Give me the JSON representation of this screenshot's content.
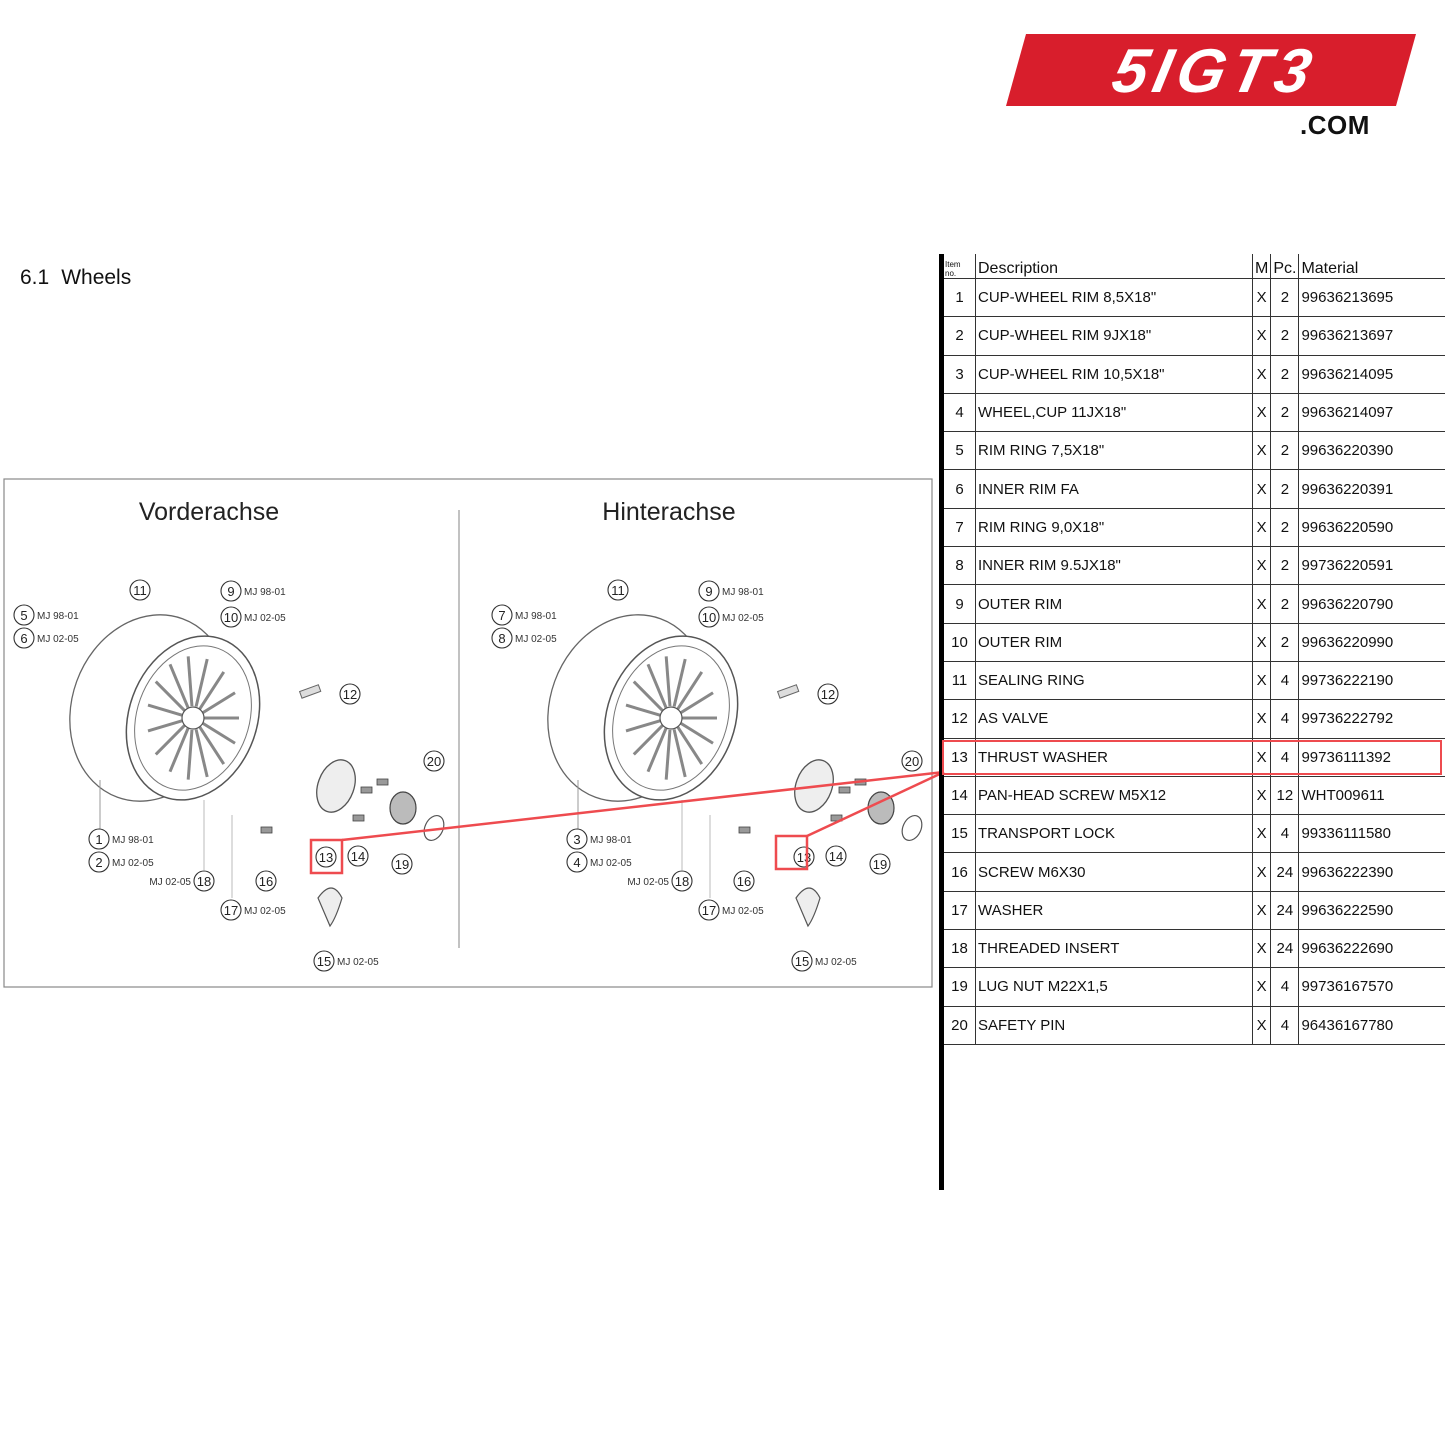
{
  "logo": {
    "text": "5IGT3",
    "suffix": ".COM",
    "color": "#d81e2c"
  },
  "section": {
    "number": "6.1",
    "title": "Wheels"
  },
  "diagram": {
    "panels": [
      {
        "title": "Vorderachse",
        "callouts": [
          {
            "n": "11",
            "label": ""
          },
          {
            "n": "9",
            "label": "MJ 98-01"
          },
          {
            "n": "10",
            "label": "MJ 02-05"
          },
          {
            "n": "5",
            "label": "MJ 98-01"
          },
          {
            "n": "6",
            "label": "MJ 02-05"
          },
          {
            "n": "12",
            "label": ""
          },
          {
            "n": "20",
            "label": ""
          },
          {
            "n": "1",
            "label": "MJ 98-01"
          },
          {
            "n": "2",
            "label": "MJ 02-05"
          },
          {
            "n": "18",
            "label": "MJ 02-05"
          },
          {
            "n": "16",
            "label": ""
          },
          {
            "n": "13",
            "label": ""
          },
          {
            "n": "14",
            "label": ""
          },
          {
            "n": "19",
            "label": ""
          },
          {
            "n": "17",
            "label": "MJ 02-05"
          },
          {
            "n": "15",
            "label": "MJ 02-05"
          }
        ]
      },
      {
        "title": "Hinterachse",
        "callouts": [
          {
            "n": "11",
            "label": ""
          },
          {
            "n": "9",
            "label": "MJ 98-01"
          },
          {
            "n": "10",
            "label": "MJ 02-05"
          },
          {
            "n": "7",
            "label": "MJ 98-01"
          },
          {
            "n": "8",
            "label": "MJ 02-05"
          },
          {
            "n": "12",
            "label": ""
          },
          {
            "n": "20",
            "label": ""
          },
          {
            "n": "3",
            "label": "MJ 98-01"
          },
          {
            "n": "4",
            "label": "MJ 02-05"
          },
          {
            "n": "18",
            "label": "MJ 02-05"
          },
          {
            "n": "16",
            "label": ""
          },
          {
            "n": "13",
            "label": ""
          },
          {
            "n": "14",
            "label": ""
          },
          {
            "n": "19",
            "label": ""
          },
          {
            "n": "17",
            "label": "MJ 02-05"
          },
          {
            "n": "15",
            "label": "MJ 02-05"
          }
        ]
      }
    ],
    "highlight_item": "13",
    "highlight_color": "#ee4b4f"
  },
  "table": {
    "headers": {
      "item": "Item no.",
      "description": "Description",
      "m": "M",
      "pc": "Pc.",
      "material": "Material"
    },
    "rows": [
      {
        "item": "1",
        "description": "CUP-WHEEL RIM 8,5X18\"",
        "m": "X",
        "pc": "2",
        "material": "99636213695"
      },
      {
        "item": "2",
        "description": "CUP-WHEEL RIM 9JX18\"",
        "m": "X",
        "pc": "2",
        "material": "99636213697"
      },
      {
        "item": "3",
        "description": "CUP-WHEEL RIM 10,5X18\"",
        "m": "X",
        "pc": "2",
        "material": "99636214095"
      },
      {
        "item": "4",
        "description": "WHEEL,CUP 11JX18\"",
        "m": "X",
        "pc": "2",
        "material": "99636214097"
      },
      {
        "item": "5",
        "description": "RIM RING 7,5X18\"",
        "m": "X",
        "pc": "2",
        "material": "99636220390"
      },
      {
        "item": "6",
        "description": "INNER RIM FA",
        "m": "X",
        "pc": "2",
        "material": "99636220391"
      },
      {
        "item": "7",
        "description": "RIM RING 9,0X18\"",
        "m": "X",
        "pc": "2",
        "material": "99636220590"
      },
      {
        "item": "8",
        "description": "INNER RIM 9.5JX18\"",
        "m": "X",
        "pc": "2",
        "material": "99736220591"
      },
      {
        "item": "9",
        "description": "OUTER RIM",
        "m": "X",
        "pc": "2",
        "material": "99636220790"
      },
      {
        "item": "10",
        "description": "OUTER RIM",
        "m": "X",
        "pc": "2",
        "material": "99636220990"
      },
      {
        "item": "11",
        "description": "SEALING RING",
        "m": "X",
        "pc": "4",
        "material": "99736222190"
      },
      {
        "item": "12",
        "description": "AS VALVE",
        "m": "X",
        "pc": "4",
        "material": "99736222792"
      },
      {
        "item": "13",
        "description": "THRUST WASHER",
        "m": "X",
        "pc": "4",
        "material": "99736111392"
      },
      {
        "item": "14",
        "description": "PAN-HEAD SCREW M5X12",
        "m": "X",
        "pc": "12",
        "material": "WHT009611"
      },
      {
        "item": "15",
        "description": "TRANSPORT LOCK",
        "m": "X",
        "pc": "4",
        "material": "99336111580"
      },
      {
        "item": "16",
        "description": "SCREW M6X30",
        "m": "X",
        "pc": "24",
        "material": "99636222390"
      },
      {
        "item": "17",
        "description": "WASHER",
        "m": "X",
        "pc": "24",
        "material": "99636222590"
      },
      {
        "item": "18",
        "description": "THREADED INSERT",
        "m": "X",
        "pc": "24",
        "material": "99636222690"
      },
      {
        "item": "19",
        "description": "LUG NUT M22X1,5",
        "m": "X",
        "pc": "4",
        "material": "99736167570"
      },
      {
        "item": "20",
        "description": "SAFETY PIN",
        "m": "X",
        "pc": "4",
        "material": "96436167780"
      }
    ]
  }
}
